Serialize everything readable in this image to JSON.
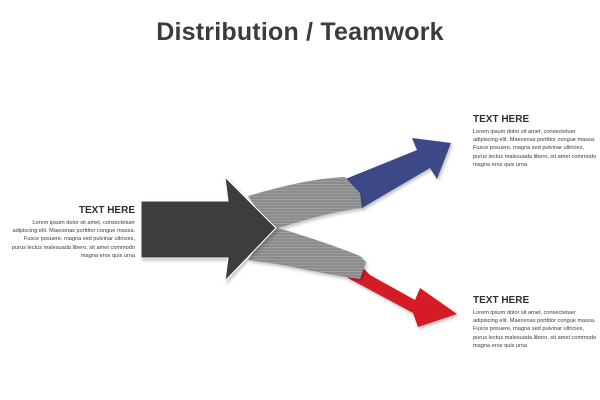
{
  "title": "Distribution / Teamwork",
  "blocks": {
    "left": {
      "heading": "TEXT HERE",
      "body": "Lorem ipsum dolor sit amet, consectetuer adipiscing elit. Maecenas porttitor congue massa. Fusce posuere, magna sed pulvinar ultricies, purus lectus malesuada libero, sit amet commodo magna eros quis urna"
    },
    "top_right": {
      "heading": "TEXT HERE",
      "body": "Lorem ipsum dolor sit amet, consectetuer adipiscing elit. Maecenas porttitor congue massa. Fusce posuere, magna sed pulvinar ultricies, purus lectus malesuada libero, sit amet commodo magna eros quis urna"
    },
    "bottom_right": {
      "heading": "TEXT HERE",
      "body": "Lorem ipsum dolor sit amet, consectetuer adipiscing elit. Maecenas porttitor congue massa. Fusce posuere, magna sed pulvinar ultricies, purus lectus malesuada libero, sit amet commodo magna eros quis urna"
    }
  },
  "colors": {
    "input_arrow": "#3d3d3f",
    "split_band": "#8a8a8c",
    "top_arrow": "#3c4a86",
    "bottom_arrow": "#d51d27"
  }
}
